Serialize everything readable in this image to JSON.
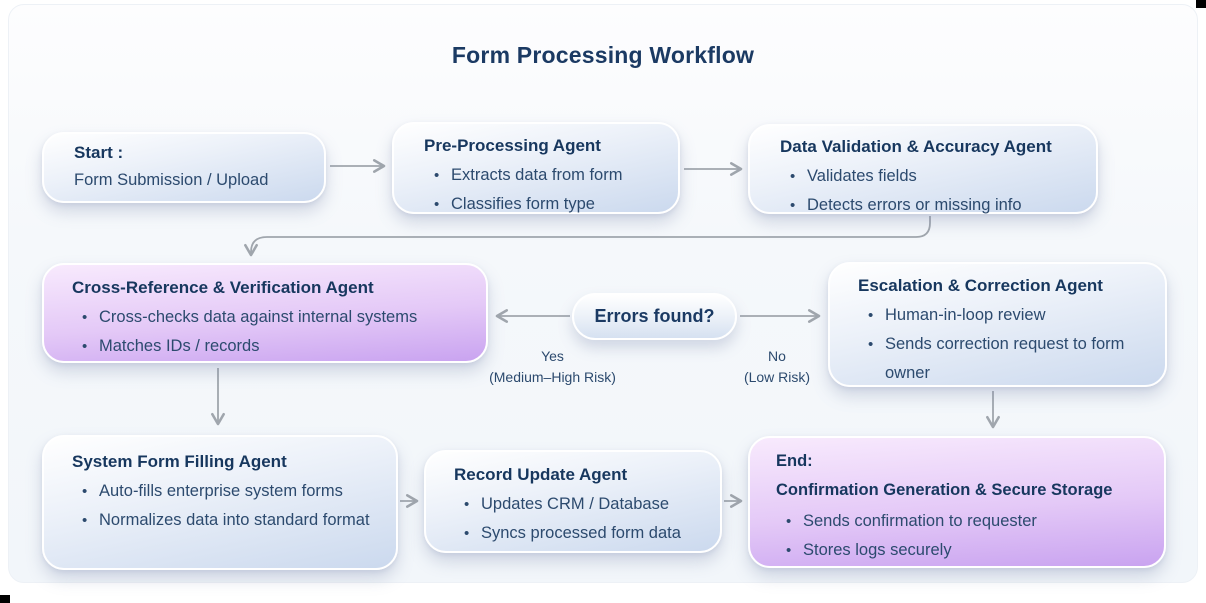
{
  "title": "Form Processing Workflow",
  "nodes": {
    "start": {
      "title": "Start :",
      "subtitle": "Form Submission / Upload"
    },
    "preprocessing": {
      "title": "Pre-Processing Agent",
      "bullets": [
        "Extracts data from form",
        "Classifies form type"
      ]
    },
    "validation": {
      "title": "Data Validation & Accuracy Agent",
      "bullets": [
        "Validates fields",
        "Detects errors or missing info"
      ]
    },
    "crossref": {
      "title": "Cross-Reference & Verification Agent",
      "bullets": [
        "Cross-checks data against internal systems",
        "Matches IDs / records"
      ]
    },
    "decision": {
      "label": "Errors found?"
    },
    "escalation": {
      "title": "Escalation & Correction Agent",
      "bullets": [
        "Human-in-loop review",
        "Sends correction request to form owner"
      ]
    },
    "sysform": {
      "title": "System Form Filling Agent",
      "bullets": [
        "Auto-fills enterprise system forms",
        "Normalizes data into standard format"
      ]
    },
    "record": {
      "title": "Record Update Agent",
      "bullets": [
        "Updates CRM / Database",
        "Syncs processed form data"
      ]
    },
    "end": {
      "title": "End:",
      "subtitle": "Confirmation Generation & Secure Storage",
      "bullets": [
        "Sends confirmation to requester",
        "Stores logs securely"
      ]
    }
  },
  "edge_labels": {
    "yes": {
      "line1": "Yes",
      "line2": "(Medium–High Risk)"
    },
    "no": {
      "line1": "No",
      "line2": "(Low Risk)"
    }
  },
  "colors": {
    "heading_navy": "#17375e",
    "body_navy": "#2c4a6e",
    "blue_node_bottom": "#cbd9ee",
    "purple_node_bottom": "#c9a3f0",
    "purple_node_top": "#f8eafd",
    "arrow_gray": "#a0a6ad",
    "card_background": "#f3f6fa"
  }
}
